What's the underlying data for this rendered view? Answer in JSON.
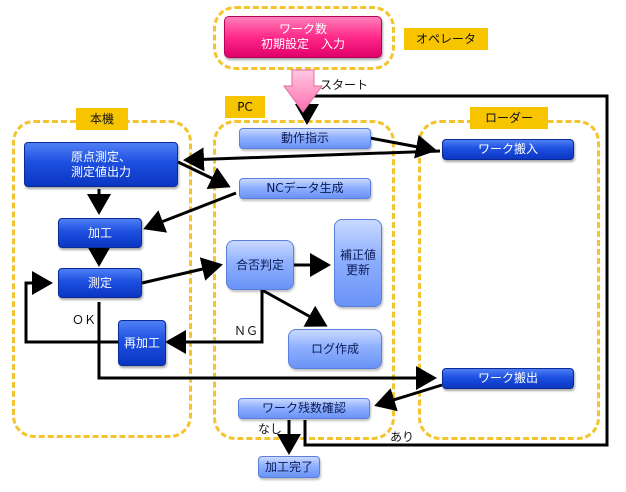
{
  "groups": {
    "operator": "オペレータ",
    "machine": "本機",
    "pc": "PC",
    "loader": "ローダー"
  },
  "nodes": {
    "work_count": "ワーク数\n初期設定　入力",
    "origin_measure": "原点測定、\n測定値出力",
    "machining": "加工",
    "measurement": "測定",
    "rework": "再加工",
    "motion_command": "動作指示",
    "nc_data": "NCデータ生成",
    "pass_fail": "合否判定",
    "correction_update": "補正値\n更新",
    "log_create": "ログ作成",
    "remaining_check": "ワーク残数確認",
    "work_in": "ワーク搬入",
    "work_out": "ワーク搬出",
    "machining_done": "加工完了"
  },
  "labels": {
    "start": "スタート",
    "ok": "ＯＫ",
    "ng": "ＮＧ",
    "none": "なし",
    "exists": "あり"
  }
}
